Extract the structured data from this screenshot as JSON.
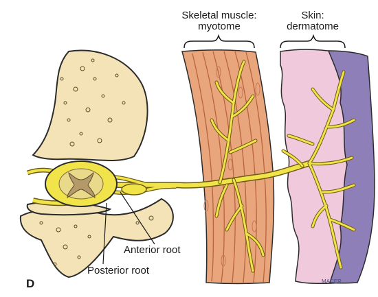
{
  "labels": {
    "muscle_line1": "Skeletal muscle:",
    "muscle_line2": "myotome",
    "skin_line1": "Skin:",
    "skin_line2": "dermatome",
    "anterior_root": "Anterior root",
    "posterior_root": "Posterior root",
    "panel": "D",
    "signature": "MACER"
  },
  "colors": {
    "bone": "#f4e3b6",
    "bone_outline": "#2b2b2b",
    "muscle": "#e9a57b",
    "muscle_fiber": "#b8643e",
    "skin_pink": "#f0c9dc",
    "skin_purple": "#8e7fb8",
    "nerve": "#f1e34a",
    "nerve_outline": "#6b5a10",
    "cord_gray": "#b49a6a"
  }
}
